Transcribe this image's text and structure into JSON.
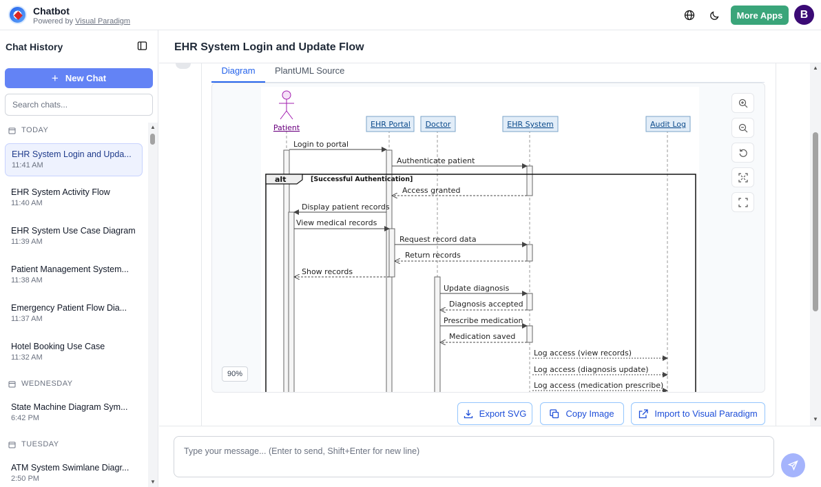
{
  "header": {
    "app_title": "Chatbot",
    "powered_prefix": "Powered by",
    "powered_link": "Visual Paradigm",
    "more_apps_label": "More Apps",
    "avatar_letter": "B"
  },
  "sidebar": {
    "title": "Chat History",
    "new_chat_label": "New Chat",
    "search_placeholder": "Search chats...",
    "groups": {
      "today": "TODAY",
      "wednesday": "WEDNESDAY",
      "tuesday": "TUESDAY"
    },
    "items": [
      {
        "title": "EHR System Login and Upda...",
        "time": "11:41 AM"
      },
      {
        "title": "EHR System Activity Flow",
        "time": "11:40 AM"
      },
      {
        "title": "EHR System Use Case Diagram",
        "time": "11:39 AM"
      },
      {
        "title": "Patient Management System...",
        "time": "11:38 AM"
      },
      {
        "title": "Emergency Patient Flow Dia...",
        "time": "11:37 AM"
      },
      {
        "title": "Hotel Booking Use Case",
        "time": "11:32 AM"
      },
      {
        "title": "State Machine Diagram Sym...",
        "time": "6:42 PM"
      },
      {
        "title": "ATM System Swimlane Diagr...",
        "time": "2:50 PM"
      }
    ]
  },
  "main": {
    "title": "EHR System Login and Update Flow",
    "tabs": {
      "diagram": "Diagram",
      "source": "PlantUML Source"
    },
    "zoom_level": "90%",
    "actions": {
      "export_svg": "Export SVG",
      "copy_image": "Copy Image",
      "import_vp": "Import to Visual Paradigm"
    },
    "composer_placeholder": "Type your message... (Enter to send, Shift+Enter for new line)"
  },
  "diagram": {
    "participants": {
      "patient": "Patient",
      "portal": "EHR Portal",
      "doctor": "Doctor",
      "system": "EHR System",
      "audit": "Audit Log"
    },
    "alt_keyword": "alt",
    "alt_guard": "[Successful Authentication]",
    "messages": {
      "m1": "Login to portal",
      "m2": "Authenticate patient",
      "m3": "Access granted",
      "m4": "Display patient records",
      "m5": "View medical records",
      "m6": "Request record data",
      "m7": "Return records",
      "m8": "Show records",
      "m9": "Update diagnosis",
      "m10": "Diagnosis accepted",
      "m11": "Prescribe medication",
      "m12": "Medication saved",
      "m13": "Log access (view records)",
      "m14": "Log access (diagnosis update)",
      "m15": "Log access (medication prescribe)"
    }
  },
  "colors": {
    "accent": "#2563eb",
    "new_chat": "#6383f5",
    "more_apps": "#3aa57a",
    "avatar": "#3b0a75",
    "participant_fill": "#e2edf8",
    "participant_border": "#7aa3c8",
    "actor": "#a21caf"
  }
}
